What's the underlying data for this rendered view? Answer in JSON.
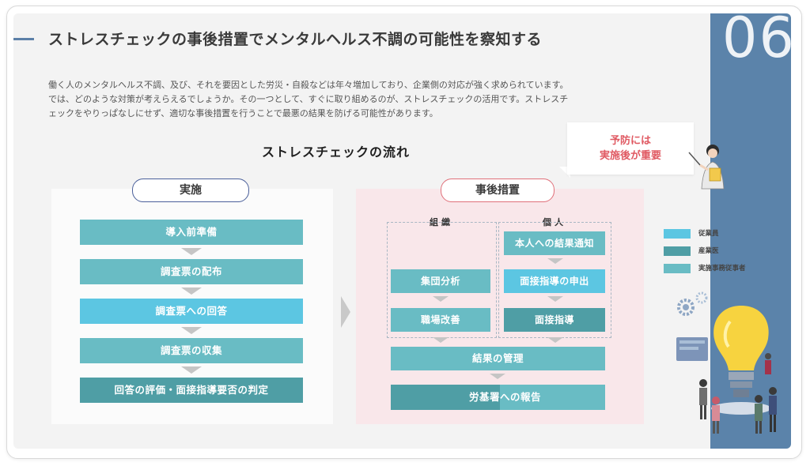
{
  "slide": {
    "title": "ストレスチェックの事後措置でメンタルヘルス不調の可能性を察知する",
    "page_number": "06",
    "intro_lines": [
      "働く人のメンタルヘルス不調、及び、それを要因とした労災・自殺などは年々増加しており、企業側の対応が強く求められています。",
      "では、どのような対策が考えらえるでしょうか。その一つとして、すぐに取り組めるのが、ストレスチェックの活用です。ストレスチ",
      "ェックをやりっぱなしにせず、適切な事後措置を行うことで最悪の結果を防げる可能性があります。"
    ],
    "flow_title": "ストレスチェックの流れ",
    "bubble_lines": [
      "予防には",
      "実施後が重要"
    ]
  },
  "implementation": {
    "label": "実施",
    "steps": [
      {
        "text": "導入前準備",
        "color": "teal"
      },
      {
        "text": "調査票の配布",
        "color": "teal"
      },
      {
        "text": "調査票への回答",
        "color": "blue"
      },
      {
        "text": "調査票の収集",
        "color": "teal"
      },
      {
        "text": "回答の評価・面接指導要否の判定",
        "color": "dark"
      }
    ]
  },
  "post_measures": {
    "label": "事後措置",
    "org_header": "組織",
    "individual_header": "個人",
    "org_steps": [
      "集団分析",
      "職場改善"
    ],
    "individual_steps": [
      "本人への結果通知",
      "面接指導の申出",
      "面接指導"
    ],
    "result_management": "結果の管理",
    "report_left": "労基署",
    "report_right": "への報告"
  },
  "legend": [
    {
      "label": "従業員",
      "color": "#5cc6e2"
    },
    {
      "label": "産業医",
      "color": "#4f9ea5"
    },
    {
      "label": "実施事務従事者",
      "color": "#69bcc4"
    }
  ],
  "colors": {
    "accent_blue": "#5b83aa",
    "teal": "#69bcc4",
    "bright_blue": "#5cc6e2",
    "dark_teal": "#4f9ea5",
    "bubble_text": "#e05a63"
  },
  "icons": [
    "teacher-illustration-icon",
    "lightbulb-illustration-icon",
    "gear-icon",
    "people-illustration-icon"
  ]
}
